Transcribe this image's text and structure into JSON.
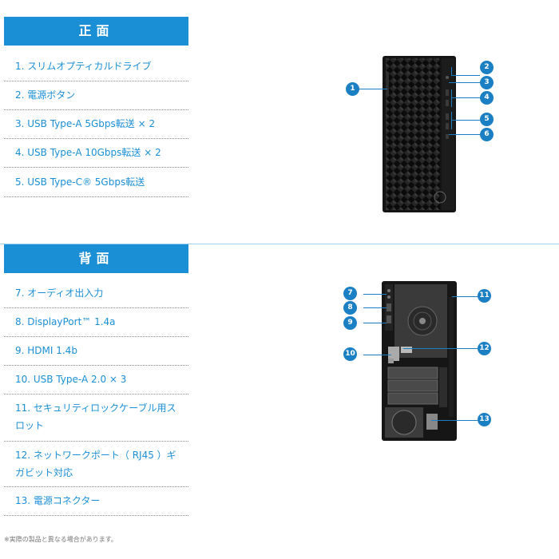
{
  "front": {
    "header": "正面",
    "items": [
      "1. スリムオプティカルドライブ",
      "2. 電源ボタン",
      "3. USB Type-A 5Gbps転送 × 2",
      "4. USB Type-A 10Gbps転送 × 2",
      "5. USB Type-C® 5Gbps転送"
    ],
    "callouts": [
      "1",
      "2",
      "3",
      "4",
      "5",
      "6"
    ]
  },
  "back": {
    "header": "背面",
    "items": [
      "7. オーディオ出入力",
      "8. DisplayPort™ 1.4a",
      "9. HDMI 1.4b",
      "10. USB Type-A 2.0 × 3",
      "11. セキュリティロックケーブル用スロット",
      "12. ネットワークポート（ RJ45 ）ギガビット対応",
      "13. 電源コネクター"
    ],
    "callouts": [
      "7",
      "8",
      "9",
      "10",
      "11",
      "12",
      "13"
    ]
  },
  "footnote": "※実際の製品と異なる場合があります。",
  "colors": {
    "accent": "#1a8fd6",
    "badge": "#1b7fc4",
    "case": "#111111"
  }
}
